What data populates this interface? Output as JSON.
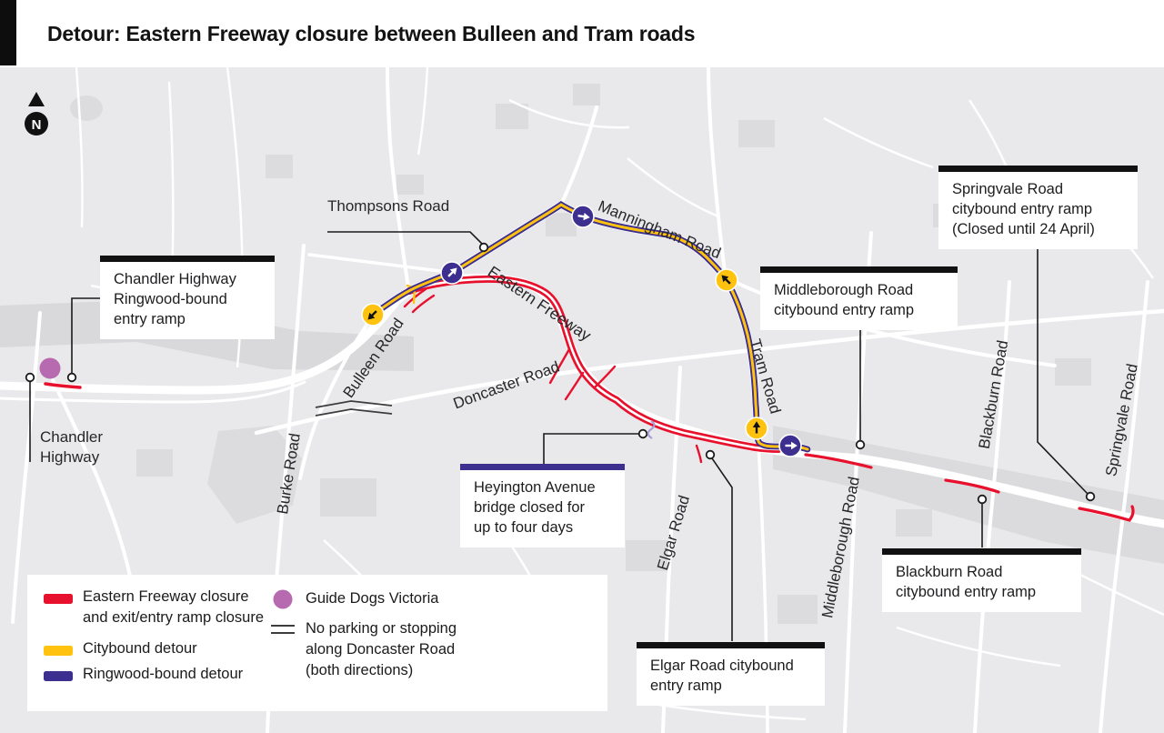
{
  "header": {
    "title": "Detour: Eastern Freeway closure between Bulleen and Tram roads"
  },
  "compass": {
    "label": "N"
  },
  "colors": {
    "closure_red": "#e8112d",
    "citybound_yellow": "#ffc20e",
    "ringwood_purple": "#3d2f8f",
    "guide_dogs_purple": "#b76ab0",
    "map_background": "#e9e9eb",
    "road_white": "#ffffff",
    "callout_bar_black": "#111111",
    "heyington_bar_purple": "#3d2f8f"
  },
  "road_labels": {
    "thompsons": "Thompsons Road",
    "manningham": "Manningham Road",
    "eastern_freeway": "Eastern Freeway",
    "bulleen": "Bulleen Road",
    "doncaster": "Doncaster Road",
    "burke": "Burke Road",
    "tram": "Tram Road",
    "elgar": "Elgar Road",
    "middleborough": "Middleborough Road",
    "blackburn": "Blackburn Road",
    "springvale": "Springvale Road",
    "chandler_line1": "Chandler",
    "chandler_line2": "Highway"
  },
  "callouts": {
    "chandler_ramp": {
      "lines": [
        "Chandler Highway",
        "Ringwood-bound",
        "entry ramp"
      ]
    },
    "springvale": {
      "lines": [
        "Springvale Road",
        "citybound entry ramp",
        "(Closed until 24 April)"
      ]
    },
    "middleborough": {
      "lines": [
        "Middleborough Road",
        "citybound entry ramp"
      ]
    },
    "heyington": {
      "lines": [
        "Heyington Avenue",
        "bridge closed for",
        "up to four days"
      ]
    },
    "blackburn": {
      "lines": [
        "Blackburn Road",
        "citybound entry ramp"
      ]
    },
    "elgar": {
      "lines": [
        "Elgar Road citybound",
        "entry ramp"
      ]
    }
  },
  "legend": {
    "items": [
      {
        "swatch": "red-line",
        "label_lines": [
          "Eastern Freeway closure",
          "and exit/entry ramp closure"
        ]
      },
      {
        "swatch": "yellow-line",
        "label_lines": [
          "Citybound detour"
        ]
      },
      {
        "swatch": "purple-line",
        "label_lines": [
          "Ringwood-bound detour"
        ]
      },
      {
        "swatch": "purple-circle",
        "label_lines": [
          "Guide Dogs Victoria"
        ]
      },
      {
        "swatch": "double-line",
        "label_lines": [
          "No parking or stopping",
          "along Doncaster Road",
          "(both directions)"
        ]
      }
    ]
  }
}
